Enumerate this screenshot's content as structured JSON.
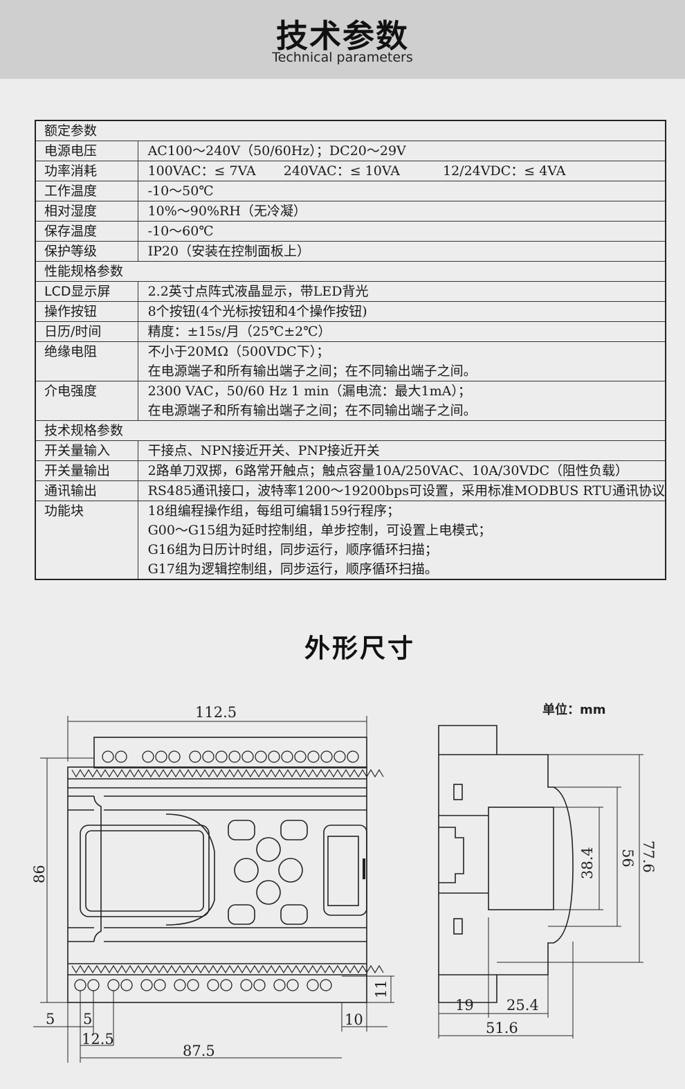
{
  "header": {
    "title_cn": "技术参数",
    "title_en": "Technical parameters"
  },
  "specs": {
    "section1": "额定参数",
    "power_supply": {
      "key": "电源电压",
      "value": "AC100～240V（50/60Hz）；DC20～29V"
    },
    "power_consumption": {
      "key": "功率消耗",
      "v1": "100VAC：≤ 7VA",
      "v2": "240VAC：≤ 10VA",
      "v3": "12/24VDC：≤ 4VA"
    },
    "work_temp": {
      "key": "工作温度",
      "value": "-10～50℃"
    },
    "humidity": {
      "key": "相对湿度",
      "value": "10%～90%RH（无冷凝）"
    },
    "storage_temp": {
      "key": "保存温度",
      "value": "-10～60℃"
    },
    "protection": {
      "key": "保护等级",
      "value": "IP20（安装在控制面板上）"
    },
    "section2": "性能规格参数",
    "lcd": {
      "key": "LCD显示屏",
      "value": "2.2英寸点阵式液晶显示，带LED背光"
    },
    "buttons": {
      "key": "操作按钮",
      "value": "8个按钮(4个光标按钮和4个操作按钮)"
    },
    "calendar": {
      "key": "日历/时间",
      "value": "精度：±15s/月（25℃±2℃）"
    },
    "insulation": {
      "key": "绝缘电阻",
      "line1": "不小于20MΩ（500VDC下）；",
      "line2": "在电源端子和所有输出端子之间；在不同输出端子之间。"
    },
    "dielectric": {
      "key": "介电强度",
      "line1": "2300 VAC，50/60 Hz 1 min（漏电流：最大1mA）；",
      "line2": "在电源端子和所有输出端子之间；在不同输出端子之间。"
    },
    "section3": "技术规格参数",
    "switch_input": {
      "key": "开关量输入",
      "value": "干接点、NPN接近开关、PNP接近开关"
    },
    "switch_output": {
      "key": "开关量输出",
      "value": "2路单刀双掷，6路常开触点；触点容量10A/250VAC、10A/30VDC（阻性负载）"
    },
    "comm": {
      "key": "通讯输出",
      "value": "RS485通讯接口，波特率1200～19200bps可设置，采用标准MODBUS RTU通讯协议"
    },
    "function_block": {
      "key": "功能块",
      "line1": "18组编程操作组，每组可编辑159行程序；",
      "line2": "G00～G15组为延时控制组，单步控制，可设置上电模式；",
      "line3": "G16组为日历计时组，同步运行，顺序循环扫描；",
      "line4": "G17组为逻辑控制组，同步运行，顺序循环扫描。"
    }
  },
  "dimensions": {
    "title": "外形尺寸",
    "unit_label": "单位：mm",
    "width_top": "112.5",
    "height_left": "86",
    "offset_5a": "5",
    "offset_5b": "5",
    "pitch_12_5": "12.5",
    "width_87_5": "87.5",
    "right_10": "10",
    "bottom_11": "11",
    "side_19": "19",
    "side_25_4": "25.4",
    "side_51_6": "51.6",
    "side_38_4": "38.4",
    "side_56": "56",
    "side_77_6": "77.6"
  }
}
